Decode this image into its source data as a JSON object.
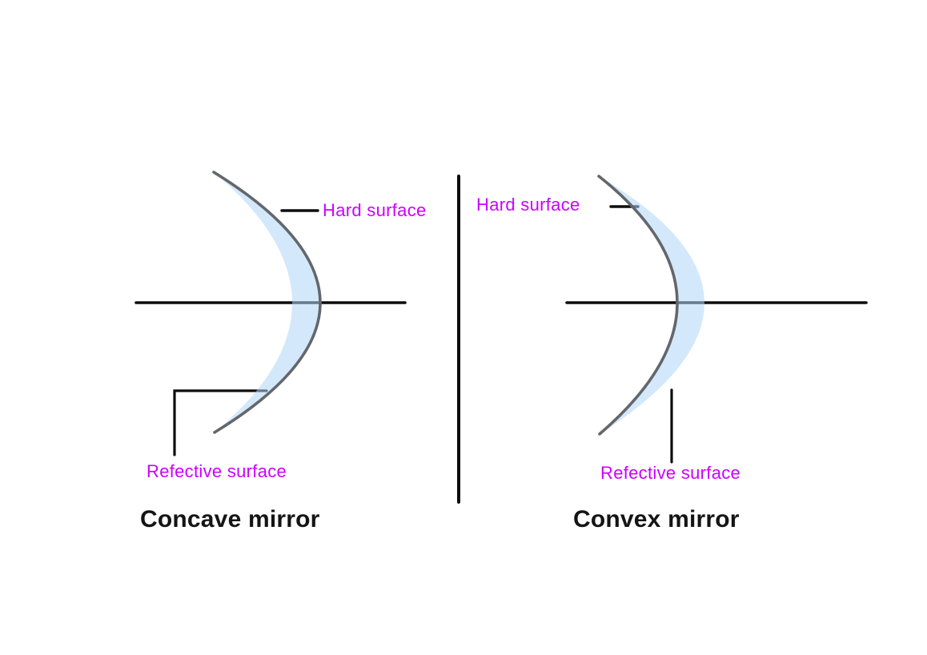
{
  "diagram": {
    "concave": {
      "title": "Concave mirror",
      "hard_surface_label": "Hard surface",
      "reflective_surface_label": "Refective surface"
    },
    "convex": {
      "title": "Convex mirror",
      "hard_surface_label": "Hard surface",
      "reflective_surface_label": "Refective surface"
    },
    "colors": {
      "label_text": "#cc00ff",
      "title_text": "#141414",
      "lens_fill": "#aed5f7",
      "lens_fill_opacity": "0.55",
      "surface_stroke": "#63676b",
      "line": "#0d0d0d",
      "background": "#ffffff"
    }
  }
}
